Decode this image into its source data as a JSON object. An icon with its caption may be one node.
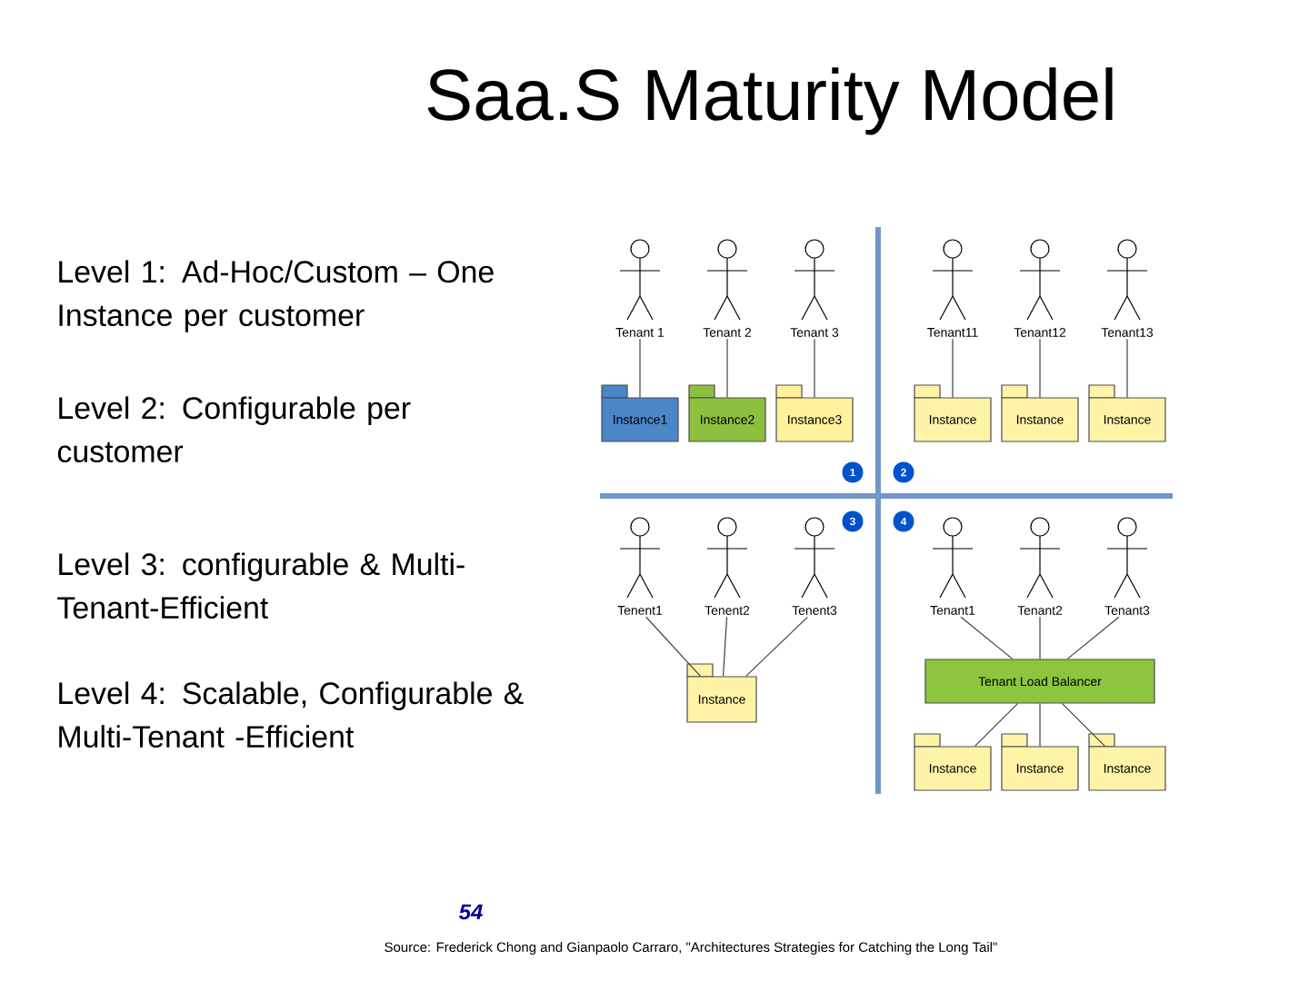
{
  "diagram": {
    "title": "Saa.S Maturity Model",
    "caption": "Source: Frederick Chong and Gianpaolo Carraro, \"Architectures Strategies for Catching the Long Tail\"",
    "nodes": [
      {
        "text": [
          "Tenant 1"
        ]
      },
      {
        "text": [
          "Tenant 2"
        ]
      },
      {
        "text": [
          "Tenant 3"
        ]
      },
      {
        "text": [
          "Instance1"
        ]
      },
      {
        "text": [
          "Instance2"
        ]
      },
      {
        "text": [
          "Instance3"
        ]
      },
      {
        "text": [
          "Tenant11"
        ]
      },
      {
        "text": [
          "Tenant12"
        ]
      },
      {
        "text": [
          "Tenant13"
        ]
      },
      {
        "text": [
          "Instance"
        ]
      },
      {
        "text": [
          "Instance"
        ]
      },
      {
        "text": [
          "Instance"
        ]
      },
      {
        "text": [
          "1"
        ]
      },
      {
        "text": [
          "2"
        ]
      },
      {
        "text": [
          "3"
        ]
      },
      {
        "text": [
          "4"
        ]
      },
      {
        "text": [
          "Tenent1"
        ]
      },
      {
        "text": [
          "Tenent2"
        ]
      },
      {
        "text": [
          "Tenent3"
        ]
      },
      {
        "text": [
          "Instance"
        ]
      },
      {
        "text": [
          "Tenant1"
        ]
      },
      {
        "text": [
          "Tenant2"
        ]
      },
      {
        "text": [
          "Tenant3"
        ]
      },
      {
        "text": [
          "Tenant Load Balancer"
        ]
      },
      {
        "text": [
          "Instance"
        ]
      },
      {
        "text": [
          "Instance"
        ]
      },
      {
        "text": [
          "Instance"
        ]
      }
    ],
    "edges": [
      {
        "from": 0,
        "to": 3,
        "arrow": "none"
      },
      {
        "from": 1,
        "to": 4,
        "arrow": "none"
      },
      {
        "from": 2,
        "to": 5,
        "arrow": "none"
      },
      {
        "from": 6,
        "to": 9,
        "arrow": "none"
      },
      {
        "from": 7,
        "to": 10,
        "arrow": "none"
      },
      {
        "from": 8,
        "to": 11,
        "arrow": "none"
      },
      {
        "from": 16,
        "to": 19,
        "arrow": "none"
      },
      {
        "from": 17,
        "to": 19,
        "arrow": "none"
      },
      {
        "from": 18,
        "to": 19,
        "arrow": "none"
      },
      {
        "from": 20,
        "to": 23,
        "arrow": "none"
      },
      {
        "from": 21,
        "to": 23,
        "arrow": "none"
      },
      {
        "from": 22,
        "to": 23,
        "arrow": "none"
      },
      {
        "from": 23,
        "to": 24,
        "arrow": "none"
      },
      {
        "from": 23,
        "to": 25,
        "arrow": "none"
      },
      {
        "from": 23,
        "to": 26,
        "arrow": "none"
      }
    ],
    "labels": [
      "Level 1: Ad-Hoc/Custom – One Instance per customer",
      "Level 2: Configurable per customer",
      "Level 3: configurable & Multi-Tenant-Efficient",
      "Level 4: Scalable, Configurable & Multi-Tenant -Efficient",
      "54"
    ]
  }
}
